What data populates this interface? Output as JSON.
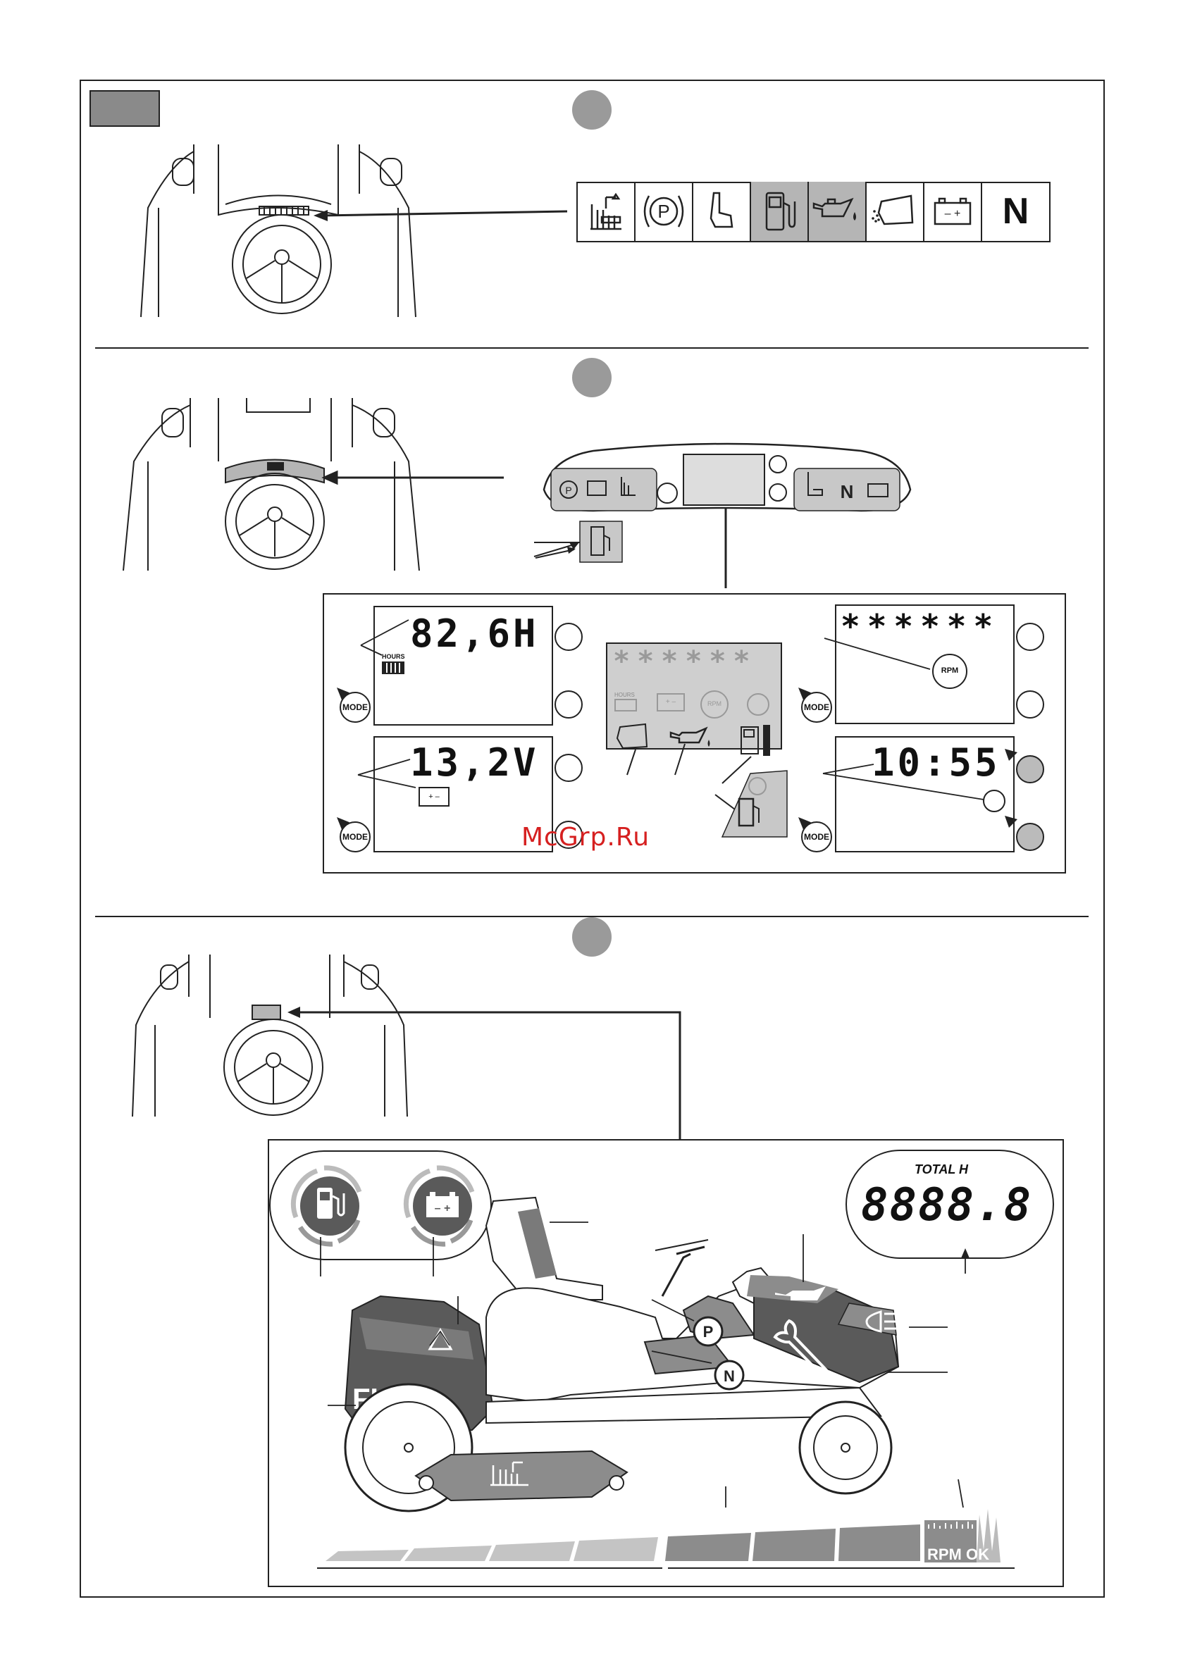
{
  "figure": {
    "watermark": "McGrp.Ru"
  },
  "panel_a": {
    "indicators": [
      {
        "icon": "blade-engage-icon",
        "shaded": false
      },
      {
        "icon": "parking-brake-icon",
        "label": "P",
        "shaded": false
      },
      {
        "icon": "seat-icon",
        "shaded": false
      },
      {
        "icon": "fuel-pump-icon",
        "shaded": true
      },
      {
        "icon": "oil-can-icon",
        "shaded": true
      },
      {
        "icon": "grass-bag-icon",
        "shaded": false
      },
      {
        "icon": "battery-icon",
        "label": "– +",
        "shaded": false
      },
      {
        "icon": "neutral-icon",
        "label": "N",
        "shaded": false
      }
    ]
  },
  "panel_b": {
    "dash_labels": {
      "p": "P",
      "n": "N"
    },
    "displays": {
      "hours": {
        "reading": "82,6H",
        "sub_label": "HOURS",
        "mode_label": "MODE"
      },
      "voltage": {
        "reading": "13,2V",
        "battery_label": "+ –",
        "mode_label": "MODE"
      },
      "rpm": {
        "reading": "******",
        "rpm_label": "RPM",
        "mode_label": "MODE"
      },
      "clock": {
        "reading": "10:55",
        "mode_label": "MODE"
      },
      "center": {
        "hours_label": "HOURS",
        "battery_label": "+ –",
        "rpm_label": "RPM"
      }
    }
  },
  "panel_c": {
    "total_label": "TOTAL H",
    "total_reading": "8888.8",
    "bag_label": "FULL",
    "rpm_ok_label": "RPM OK",
    "park_label": "P",
    "neutral_label": "N",
    "battery_label": "– +",
    "colors": {
      "dark": "#5a5a5a",
      "mid": "#8c8c8c",
      "light": "#c4c4c4"
    }
  }
}
